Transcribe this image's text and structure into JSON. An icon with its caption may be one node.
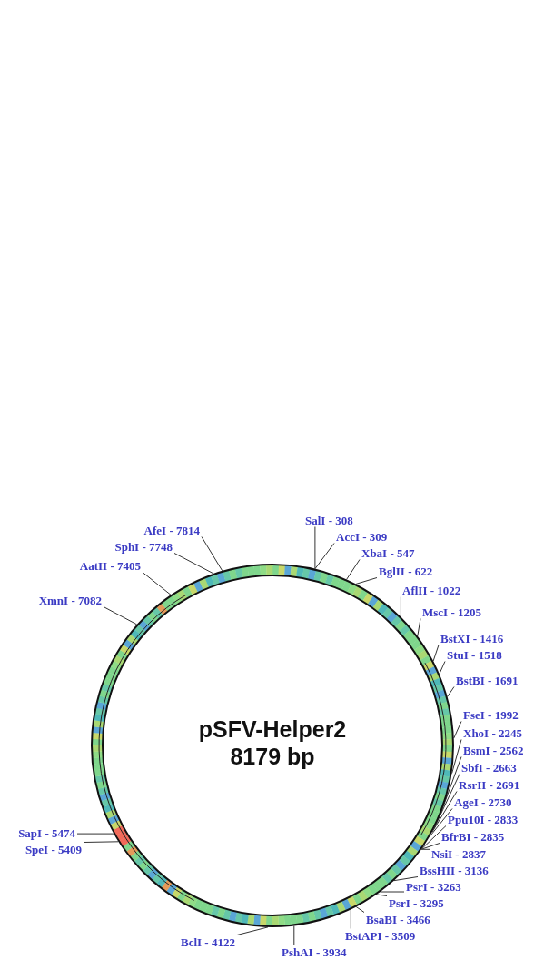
{
  "diagram": {
    "nodes": [
      {
        "text": [
          "pSFV-Helper2",
          "8179 bp"
        ]
      },
      {
        "text": [
          "SalI - 308"
        ]
      },
      {
        "text": [
          "AccI - 309"
        ]
      },
      {
        "text": [
          "XbaI - 547"
        ]
      },
      {
        "text": [
          "BglII - 622"
        ]
      },
      {
        "text": [
          "AflII - 1022"
        ]
      },
      {
        "text": [
          "MscI - 1205"
        ]
      },
      {
        "text": [
          "BstXI - 1416"
        ]
      },
      {
        "text": [
          "StuI - 1518"
        ]
      },
      {
        "text": [
          "BstBI - 1691"
        ]
      },
      {
        "text": [
          "FseI - 1992"
        ]
      },
      {
        "text": [
          "XhoI - 2245"
        ]
      },
      {
        "text": [
          "BsmI - 2562"
        ]
      },
      {
        "text": [
          "SbfI - 2663"
        ]
      },
      {
        "text": [
          "RsrII - 2691"
        ]
      },
      {
        "text": [
          "AgeI - 2730"
        ]
      },
      {
        "text": [
          "Ppu10I - 2833"
        ]
      },
      {
        "text": [
          "BfrBI - 2835"
        ]
      },
      {
        "text": [
          "NsiI - 2837"
        ]
      },
      {
        "text": [
          "BssHII - 3136"
        ]
      },
      {
        "text": [
          "PsrI - 3263"
        ]
      },
      {
        "text": [
          "PsrI - 3295"
        ]
      },
      {
        "text": [
          "BsaBI - 3466"
        ]
      },
      {
        "text": [
          "BstAPI - 3509"
        ]
      },
      {
        "text": [
          "PshAI - 3934"
        ]
      },
      {
        "text": [
          "BclI - 4122"
        ]
      },
      {
        "text": [
          "SpeI - 5409"
        ]
      },
      {
        "text": [
          "SapI - 5474"
        ]
      },
      {
        "text": [
          "XmnI - 7082"
        ]
      },
      {
        "text": [
          "AatII - 7405"
        ]
      },
      {
        "text": [
          "SphI - 7748"
        ]
      },
      {
        "text": [
          "AfeI - 7814"
        ]
      }
    ],
    "edges": [
      {
        "from": 1,
        "to": 0,
        "arrow": "none"
      },
      {
        "from": 2,
        "to": 0,
        "arrow": "none"
      },
      {
        "from": 3,
        "to": 0,
        "arrow": "none"
      },
      {
        "from": 4,
        "to": 0,
        "arrow": "none"
      },
      {
        "from": 5,
        "to": 0,
        "arrow": "none"
      },
      {
        "from": 6,
        "to": 0,
        "arrow": "none"
      },
      {
        "from": 7,
        "to": 0,
        "arrow": "none"
      },
      {
        "from": 8,
        "to": 0,
        "arrow": "none"
      },
      {
        "from": 9,
        "to": 0,
        "arrow": "none"
      },
      {
        "from": 10,
        "to": 0,
        "arrow": "none"
      },
      {
        "from": 11,
        "to": 0,
        "arrow": "none"
      },
      {
        "from": 12,
        "to": 0,
        "arrow": "none"
      },
      {
        "from": 13,
        "to": 0,
        "arrow": "none"
      },
      {
        "from": 14,
        "to": 0,
        "arrow": "none"
      },
      {
        "from": 15,
        "to": 0,
        "arrow": "none"
      },
      {
        "from": 16,
        "to": 0,
        "arrow": "none"
      },
      {
        "from": 17,
        "to": 0,
        "arrow": "none"
      },
      {
        "from": 18,
        "to": 0,
        "arrow": "none"
      },
      {
        "from": 19,
        "to": 0,
        "arrow": "none"
      },
      {
        "from": 20,
        "to": 0,
        "arrow": "none"
      },
      {
        "from": 21,
        "to": 0,
        "arrow": "none"
      },
      {
        "from": 22,
        "to": 0,
        "arrow": "none"
      },
      {
        "from": 23,
        "to": 0,
        "arrow": "none"
      },
      {
        "from": 24,
        "to": 0,
        "arrow": "none"
      },
      {
        "from": 25,
        "to": 0,
        "arrow": "none"
      },
      {
        "from": 26,
        "to": 0,
        "arrow": "none"
      },
      {
        "from": 27,
        "to": 0,
        "arrow": "none"
      },
      {
        "from": 28,
        "to": 0,
        "arrow": "none"
      },
      {
        "from": 29,
        "to": 0,
        "arrow": "none"
      },
      {
        "from": 30,
        "to": 0,
        "arrow": "none"
      },
      {
        "from": 31,
        "to": 0,
        "arrow": "none"
      }
    ]
  }
}
